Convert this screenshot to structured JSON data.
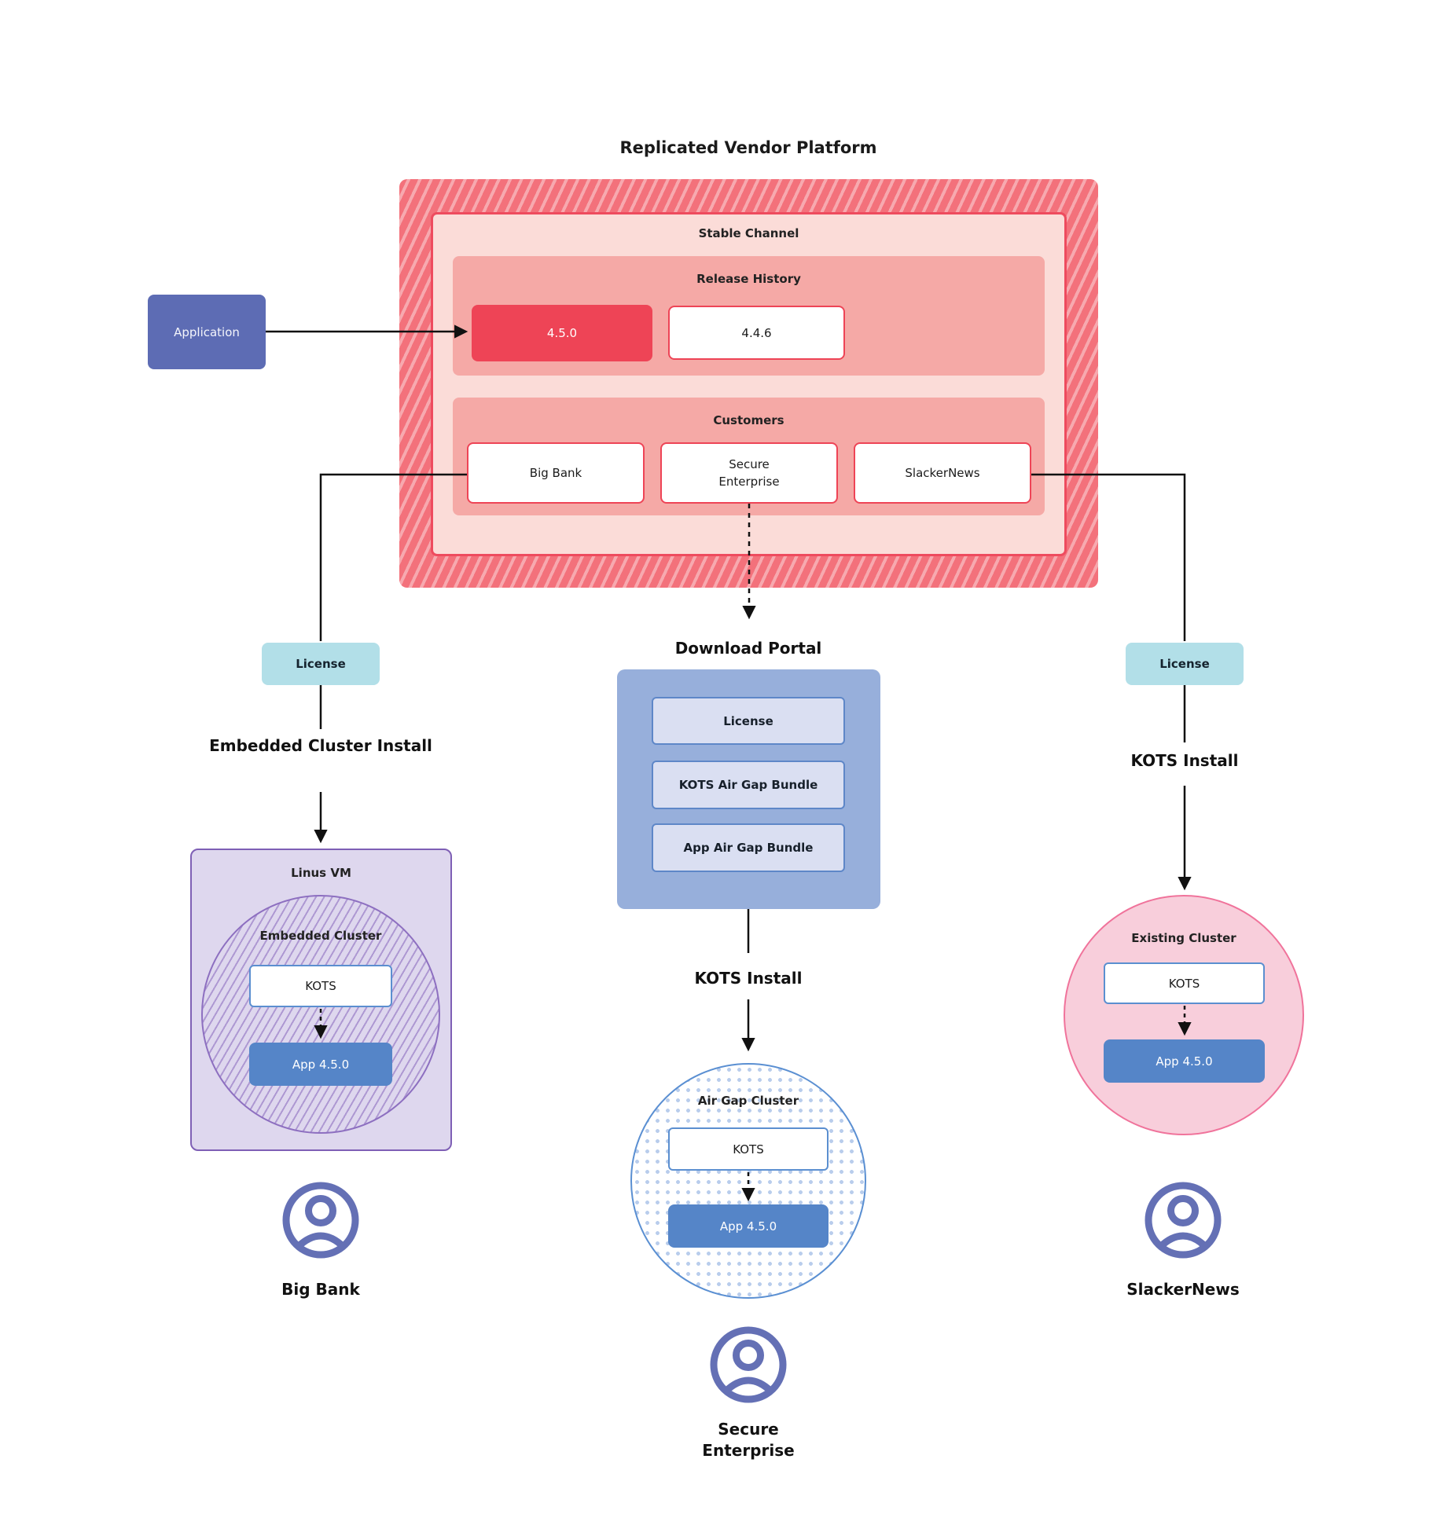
{
  "title": "Replicated Vendor Platform",
  "colors": {
    "red": "#ee4456",
    "salmon": "#f5a9a6",
    "light_pink": "#fbdcd8",
    "hatch_red": "#f3717b",
    "hatch_stripe": "#f7a9af",
    "indigo": "#5d6cb4",
    "teal": "#b2dfe8",
    "portal_blue": "#97afdb",
    "portal_item_blue": "#dadff2",
    "app_blue": "#5585c8",
    "blue_border": "#5b8fd0",
    "purple_border": "#7e5fb5",
    "purple_fill": "#ded7ee",
    "pink_fill": "#f8cedb",
    "pink_border": "#f0739b",
    "person_icon": "#6470b5"
  },
  "platform": {
    "stable_channel": "Stable Channel",
    "release_history": {
      "label": "Release History",
      "current": "4.5.0",
      "previous": "4.4.6"
    },
    "customers": {
      "label": "Customers",
      "items": [
        "Big Bank",
        "Secure Enterprise",
        "SlackerNews"
      ]
    }
  },
  "application": "Application",
  "left": {
    "license": "License",
    "install": "Embedded Cluster Install",
    "vm": "Linus VM",
    "cluster": "Embedded Cluster",
    "kots": "KOTS",
    "app": "App 4.5.0",
    "customer": "Big Bank"
  },
  "center": {
    "portal_title": "Download Portal",
    "portal_items": [
      "License",
      "KOTS Air Gap Bundle",
      "App Air Gap Bundle"
    ],
    "install": "KOTS Install",
    "cluster": "Air Gap Cluster",
    "kots": "KOTS",
    "app": "App 4.5.0",
    "customer": "Secure Enterprise"
  },
  "right": {
    "license": "License",
    "install": "KOTS Install",
    "cluster": "Existing Cluster",
    "kots": "KOTS",
    "app": "App 4.5.0",
    "customer": "SlackerNews"
  }
}
